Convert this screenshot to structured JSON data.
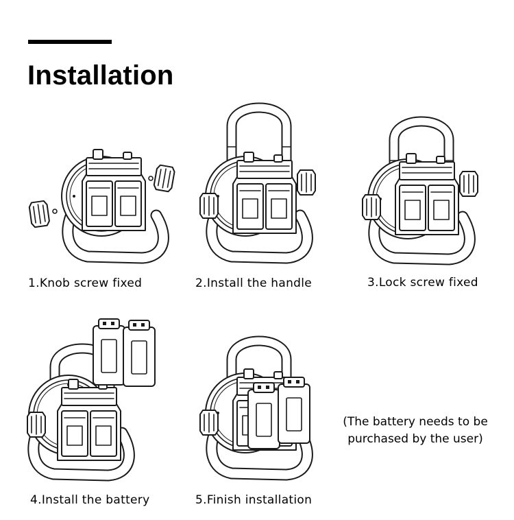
{
  "heading": "Installation",
  "steps": [
    {
      "caption": "1.Knob screw fixed"
    },
    {
      "caption": "2.Install the handle"
    },
    {
      "caption": "3.Lock screw fixed"
    },
    {
      "caption": "4.Install the battery"
    },
    {
      "caption": "5.Finish installation"
    }
  ],
  "note": {
    "line1": "(The battery needs to be",
    "line2": "purchased by the user)"
  }
}
